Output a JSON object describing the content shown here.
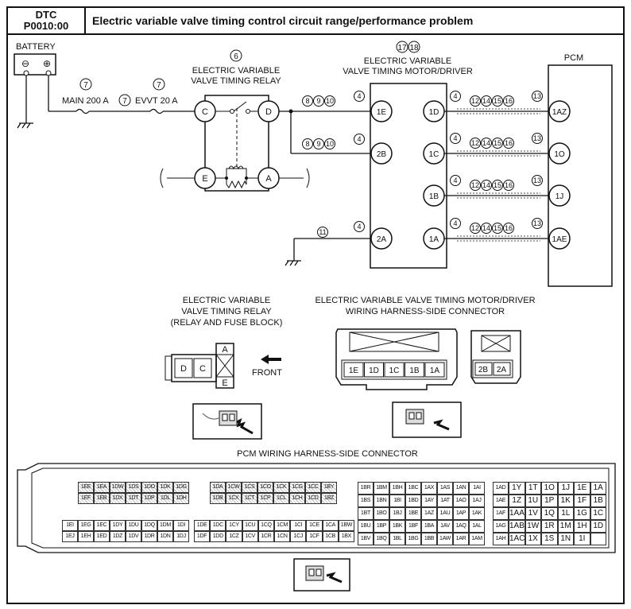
{
  "header": {
    "dtc_label": "DTC",
    "dtc_code": "P0010:00",
    "title": "Electric variable valve timing control circuit range/performance problem"
  },
  "schematic": {
    "battery": "BATTERY",
    "battery_minus": "⊖",
    "battery_plus": "⊕",
    "main_fuse": "MAIN 200 A",
    "evvt_fuse": "EVVT 20 A",
    "relay_title_1": "ELECTRIC VARIABLE",
    "relay_title_2": "VALVE TIMING RELAY",
    "motor_title_1": "ELECTRIC VARIABLE",
    "motor_title_2": "VALVE TIMING MOTOR/DRIVER",
    "pcm": "PCM",
    "refs": {
      "r6": "6",
      "r7": "7",
      "r11": "11",
      "r4": "4",
      "r13": "13",
      "r17": "17",
      "r18": "18",
      "r8": "8",
      "r9": "9",
      "r10": "10",
      "r12": "12",
      "r14": "14",
      "r15": "15",
      "r16": "16"
    },
    "relay_terminals": [
      "C",
      "D",
      "E",
      "A"
    ],
    "motor_left_terminals": [
      "1E",
      "2B",
      "2A"
    ],
    "motor_right_terminals": [
      "1D",
      "1C",
      "1B",
      "1A"
    ],
    "pcm_terminals": [
      "1AZ",
      "1O",
      "1J",
      "1AE"
    ]
  },
  "connectors": {
    "relay_caption": [
      "ELECTRIC VARIABLE",
      "VALVE TIMING RELAY",
      "(RELAY AND FUSE BLOCK)"
    ],
    "relay_pins": [
      "D",
      "C",
      "A",
      "E"
    ],
    "front": "FRONT",
    "motor_caption": [
      "ELECTRIC VARIABLE VALVE TIMING MOTOR/DRIVER",
      "WIRING HARNESS-SIDE CONNECTOR"
    ],
    "motor_pins_big": [
      "1E",
      "1D",
      "1C",
      "1B",
      "1A"
    ],
    "motor_pins_small": [
      "2B",
      "2A"
    ]
  },
  "pcm_connector": {
    "title": "PCM WIRING HARNESS-SIDE CONNECTOR",
    "block1": [
      [
        "1EE",
        "1EA",
        "1DW",
        "1DS",
        "1DO",
        "1DK",
        "1DG"
      ],
      [
        "1EF",
        "1EB",
        "1DX",
        "1DT",
        "1DP",
        "1DL",
        "1DH"
      ]
    ],
    "block2": [
      [
        "1DA",
        "1CW",
        "1CS",
        "1CO",
        "1CK",
        "1CG",
        "1CC",
        "1BY"
      ],
      [
        "1DB",
        "1CX",
        "1CT",
        "1CP",
        "1CL",
        "1CH",
        "1CD",
        "1BZ"
      ]
    ],
    "block3": [
      [
        "1EI",
        "1EG",
        "1EC",
        "1DY",
        "1DU",
        "1DQ",
        "1DM",
        "1DI"
      ],
      [
        "1EJ",
        "1EH",
        "1ED",
        "1DZ",
        "1DV",
        "1DR",
        "1DN",
        "1DJ"
      ]
    ],
    "block4": [
      [
        "1DE",
        "1DC",
        "1CY",
        "1CU",
        "1CQ",
        "1CM",
        "1CI",
        "1CE",
        "1CA",
        "1BW"
      ],
      [
        "1DF",
        "1DD",
        "1CZ",
        "1CV",
        "1CR",
        "1CN",
        "1CJ",
        "1CF",
        "1CB",
        "1BX"
      ]
    ],
    "block5": [
      [
        "1BR",
        "1BM",
        "1BH",
        "1BC",
        "1AX",
        "1AS",
        "1AN",
        "1AI"
      ],
      [
        "1BS",
        "1BN",
        "1BI",
        "1BD",
        "1AY",
        "1AT",
        "1AO",
        "1AJ"
      ],
      [
        "1BT",
        "1BO",
        "1BJ",
        "1BE",
        "1AZ",
        "1AU",
        "1AP",
        "1AK"
      ],
      [
        "1BU",
        "1BP",
        "1BK",
        "1BF",
        "1BA",
        "1AV",
        "1AQ",
        "1AL"
      ],
      [
        "1BV",
        "1BQ",
        "1BL",
        "1BG",
        "1BB",
        "1AW",
        "1AR",
        "1AM"
      ]
    ],
    "block6a": [
      [
        "1AD"
      ],
      [
        "1AE"
      ],
      [
        "1AF"
      ],
      [
        "1AG"
      ],
      [
        "1AH"
      ]
    ],
    "block6b": [
      [
        "1Y",
        "1T",
        "1O",
        "1J",
        "1E",
        "1A"
      ],
      [
        "1Z",
        "1U",
        "1P",
        "1K",
        "1F",
        "1B"
      ],
      [
        "1AA",
        "1V",
        "1Q",
        "1L",
        "1G",
        "1C"
      ],
      [
        "1AB",
        "1W",
        "1R",
        "1M",
        "1H",
        "1D"
      ],
      [
        "1AC",
        "1X",
        "1S",
        "1N",
        "1I",
        ""
      ]
    ]
  }
}
